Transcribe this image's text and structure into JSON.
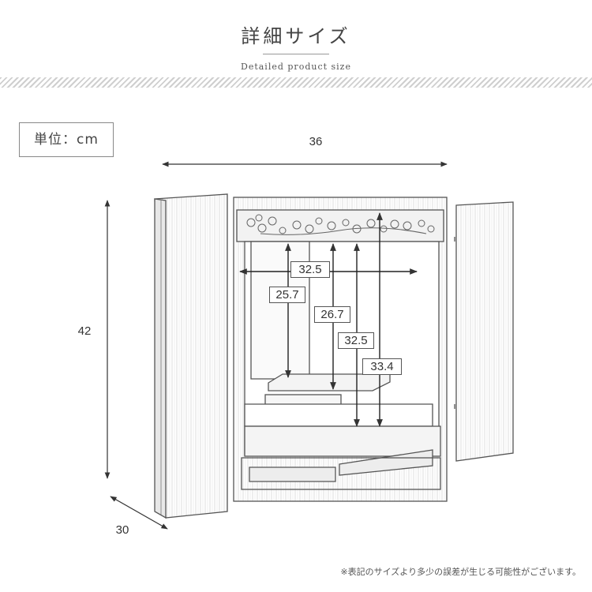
{
  "header": {
    "title": "詳細サイズ",
    "subtitle": "Detailed product size"
  },
  "unit_label": "単位：cm",
  "outer_dimensions": {
    "width": "36",
    "height": "42",
    "depth": "30"
  },
  "inner_dimensions": {
    "width": "32.5",
    "height_1": "25.7",
    "height_2": "26.7",
    "height_3": "32.5",
    "height_4": "33.4"
  },
  "footnote": "※表記のサイズより多少の誤差が生じる可能性がございます。",
  "colors": {
    "line": "#555555",
    "arrow": "#333333",
    "hatch": "#cfcfcf"
  }
}
